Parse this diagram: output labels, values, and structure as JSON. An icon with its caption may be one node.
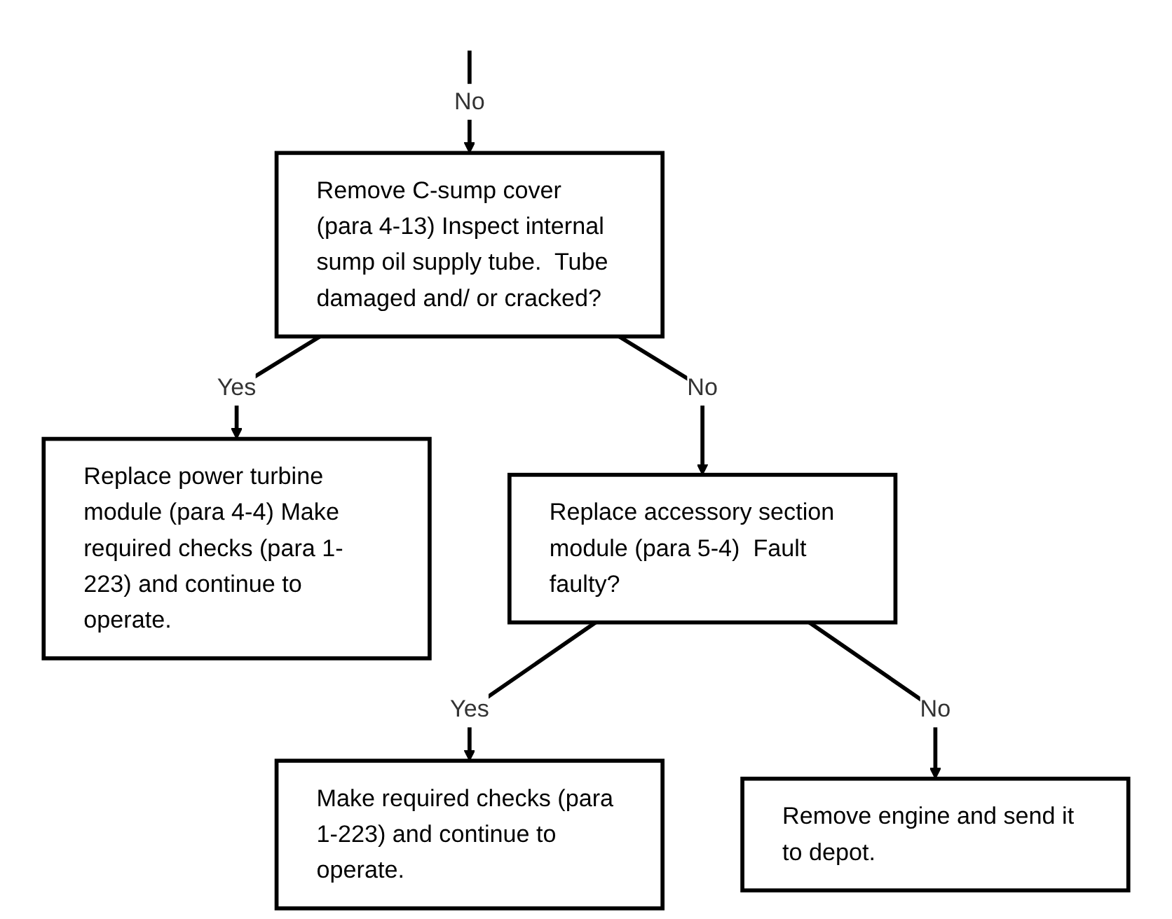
{
  "diagram": {
    "nodes": [
      {
        "text": [
          "Remove C-sump cover (para 4-13) Inspect internal sump oil supply tube.  Tube damaged and/ or cracked?"
        ]
      },
      {
        "text": [
          "Replace power turbine module (para 4-4) Make required checks (para 1-223) and continue to operate."
        ]
      },
      {
        "text": [
          "Replace accessory section module (para 5-4)  Fault faulty?"
        ]
      },
      {
        "text": [
          "Make required checks (para 1-223) and continue to operate."
        ]
      },
      {
        "text": [
          "Remove engine and send it to depot."
        ]
      }
    ],
    "edges": [
      {
        "from": null,
        "to": 0,
        "arrow": "to",
        "label": "No"
      },
      {
        "from": 0,
        "to": 1,
        "arrow": "to",
        "label": "Yes"
      },
      {
        "from": 0,
        "to": 2,
        "arrow": "to",
        "label": "No"
      },
      {
        "from": 2,
        "to": 3,
        "arrow": "to",
        "label": "Yes"
      },
      {
        "from": 2,
        "to": 4,
        "arrow": "to",
        "label": "No"
      }
    ]
  }
}
